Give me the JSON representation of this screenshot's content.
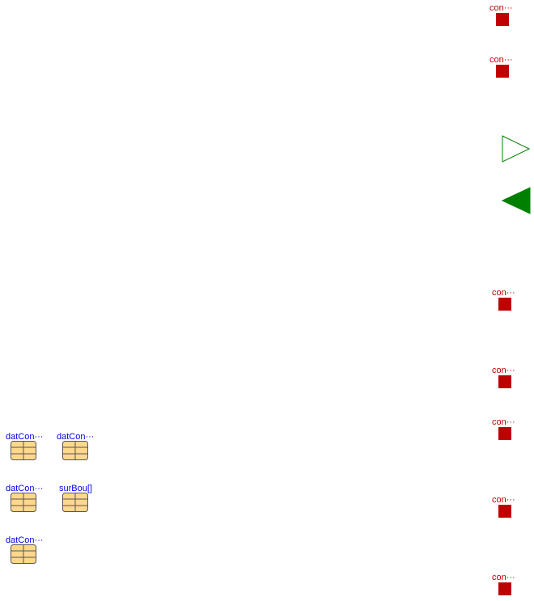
{
  "connectors": [
    {
      "label": "con···"
    },
    {
      "label": "con···"
    },
    {
      "label": "con···"
    },
    {
      "label": "con···"
    },
    {
      "label": "con···"
    },
    {
      "label": "con···"
    },
    {
      "label": "con···"
    }
  ],
  "records": [
    {
      "label": "datCon···"
    },
    {
      "label": "datCon···"
    },
    {
      "label": "datCon···"
    },
    {
      "label": "surBou[]"
    },
    {
      "label": "datCon···"
    }
  ],
  "colors": {
    "connector": "#c00000",
    "record_fill": "#ffd88a",
    "record_label": "#0000ee",
    "signal": "#008000"
  },
  "icons": {
    "signal_output": "outlined-triangle-right",
    "signal_input": "filled-triangle-left",
    "record": "record-table-icon"
  }
}
